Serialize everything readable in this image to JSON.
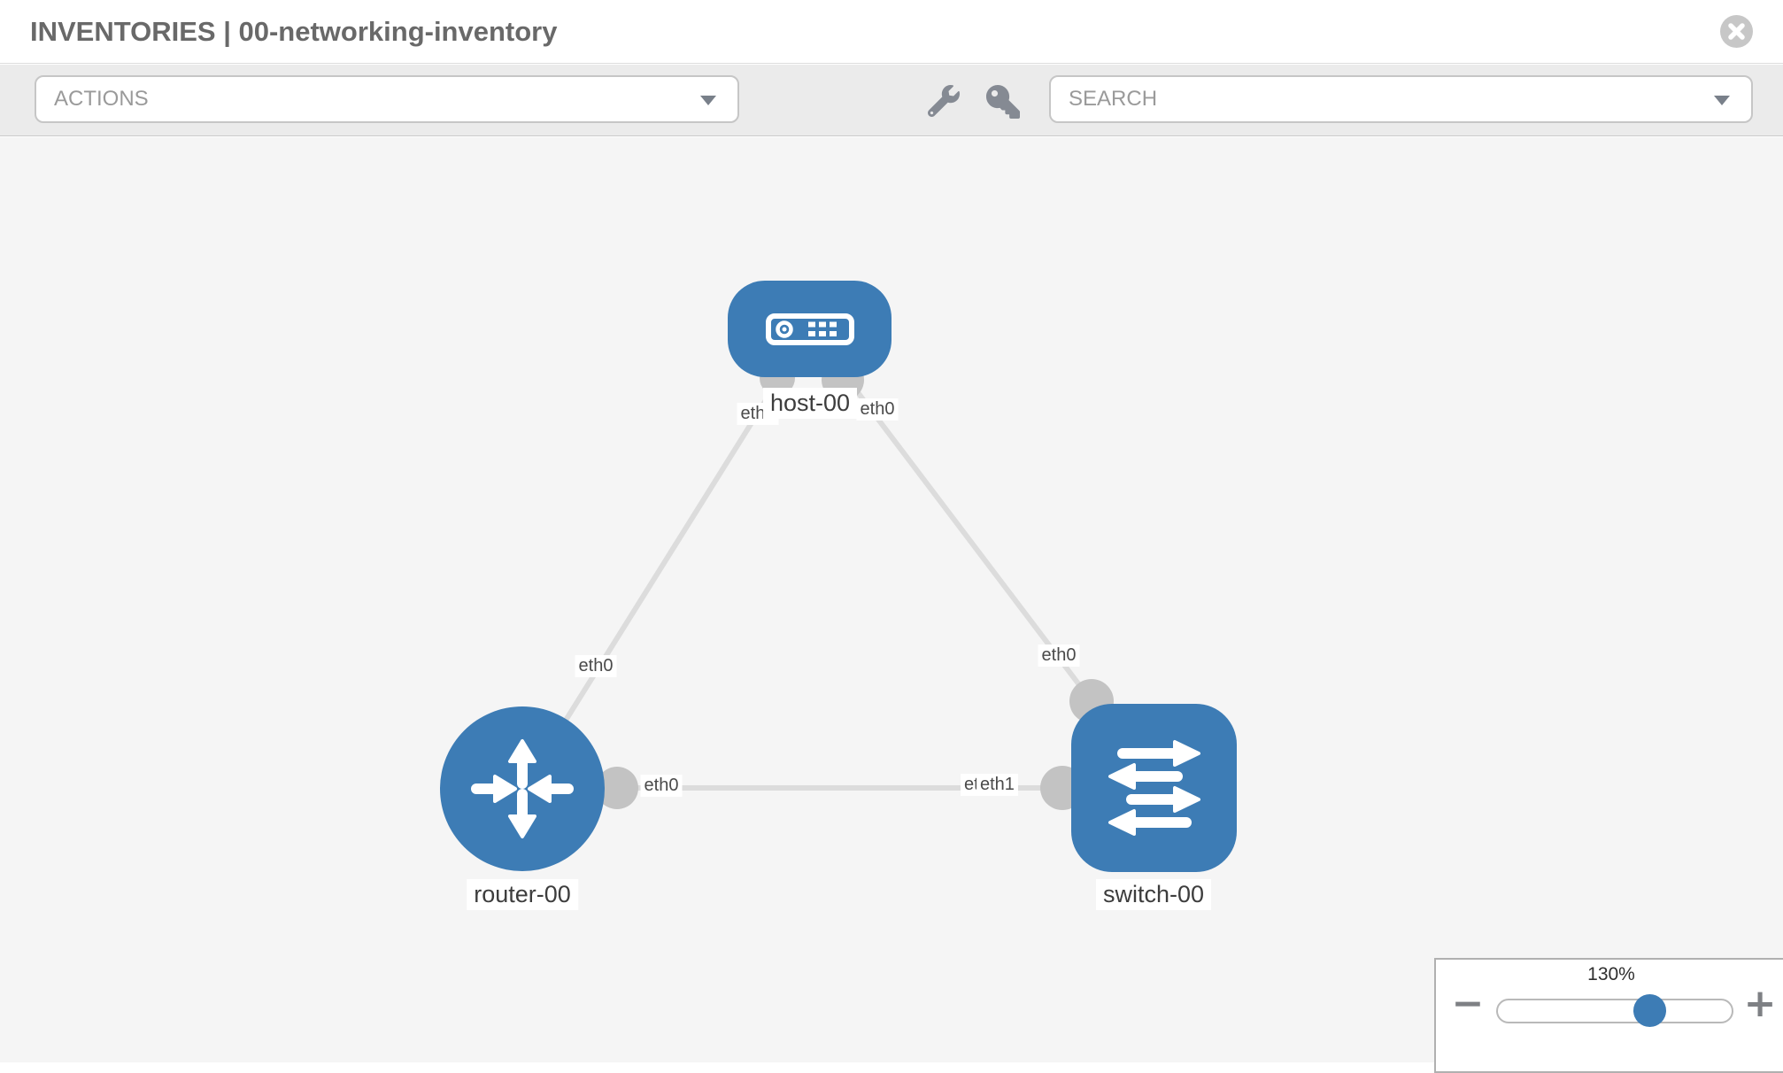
{
  "header": {
    "title": "INVENTORIES | 00-networking-inventory"
  },
  "toolbar": {
    "actions_label": "ACTIONS",
    "search_label": "SEARCH",
    "icons": [
      "wrench-icon",
      "key-icon"
    ]
  },
  "topology": {
    "nodes": [
      {
        "label": "host-00",
        "type": "host",
        "icon": "server-icon"
      },
      {
        "label": "router-00",
        "type": "router",
        "icon": "router-arrows-icon"
      },
      {
        "label": "switch-00",
        "type": "switch",
        "icon": "switch-arrows-icon"
      }
    ],
    "links": [
      {
        "from": "host-00",
        "to": "router-00",
        "from_interface": "eth0",
        "to_interface": "eth0"
      },
      {
        "from": "host-00",
        "to": "switch-00",
        "from_interface": "eth0",
        "to_interface": "eth0"
      },
      {
        "from": "router-00",
        "to": "switch-00",
        "from_interface": "eth0",
        "to_interface": "eth1"
      }
    ],
    "interfaces": {
      "host_left": "eth0",
      "host_right": "eth0",
      "host_router_edge": "eth0",
      "host_switch_edge": "eth0",
      "router_right": "eth0",
      "switch_left_back": "eth0",
      "switch_left_front": "eth1"
    }
  },
  "zoom_control": {
    "level": "130%",
    "zoom_out": "−",
    "zoom_in": "+"
  },
  "colors": {
    "node_blue": "#3d7cb5",
    "port_gray": "#c3c3c3",
    "edge_gray": "#dcdcdc"
  }
}
